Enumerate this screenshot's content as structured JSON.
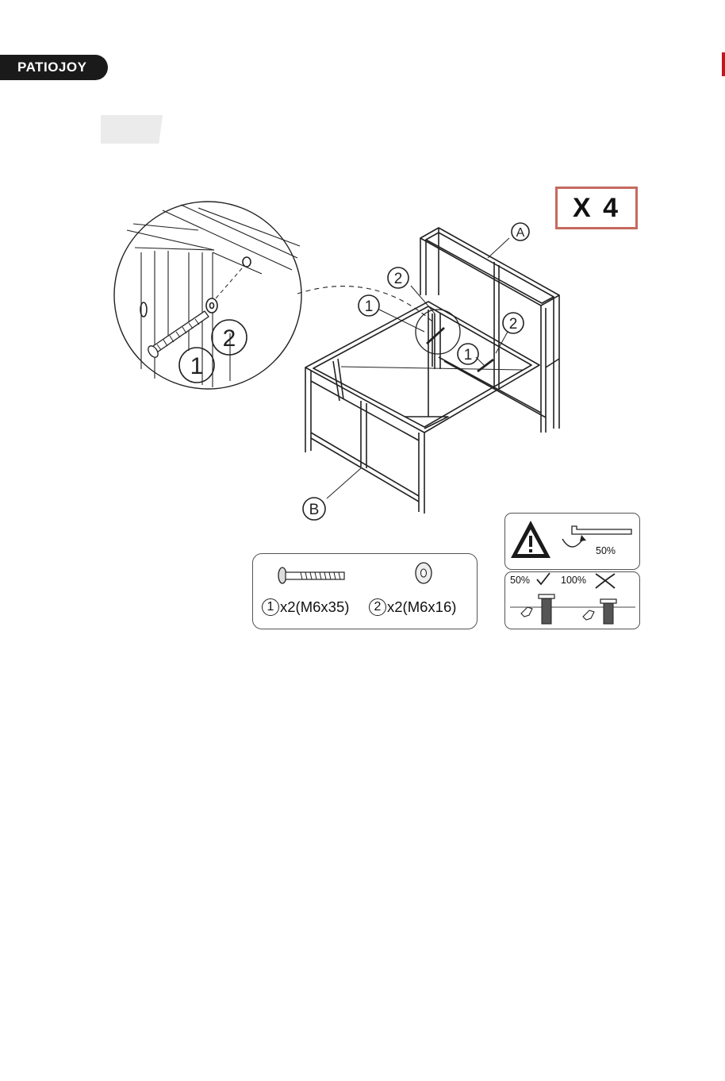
{
  "brand": {
    "name": "PATIOJOY"
  },
  "step": {
    "quantity_badge": "X 4"
  },
  "diagram": {
    "part_labels": {
      "frame_a": "A",
      "frame_b": "B"
    },
    "callouts": {
      "bolt": "1",
      "washer": "2"
    }
  },
  "hardware": [
    {
      "number": "1",
      "qty_spec": "x2(M6x35)"
    },
    {
      "number": "2",
      "qty_spec": "x2(M6x16)"
    }
  ],
  "tightening": {
    "warning_icon": "warning-triangle-icon",
    "tool_icon": "allen-key-icon",
    "initial_torque": "50%",
    "ok_torque": "50%",
    "bad_torque": "100%"
  }
}
